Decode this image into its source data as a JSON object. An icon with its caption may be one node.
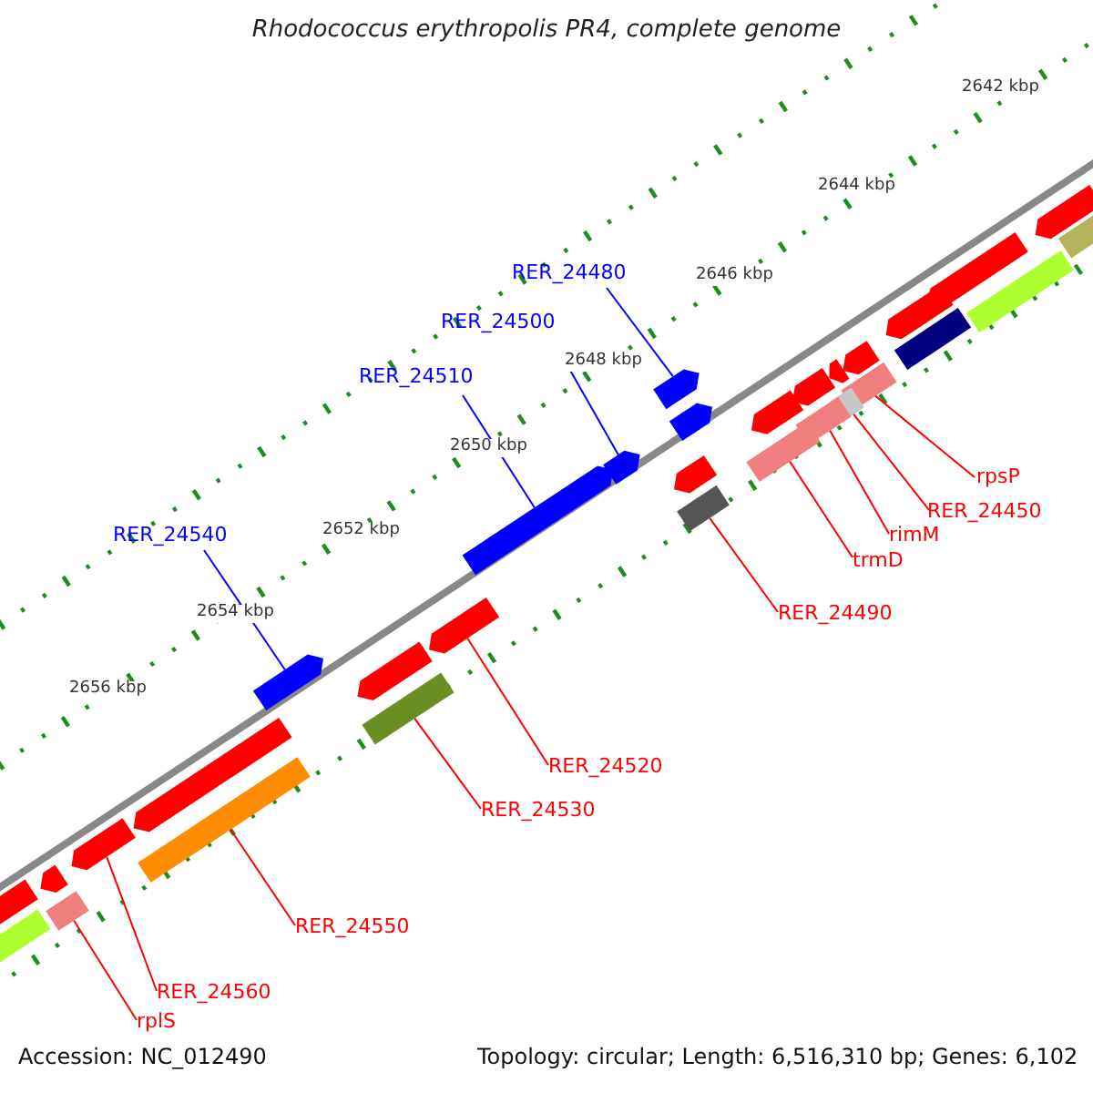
{
  "diagram": {
    "title": "Rhodococcus erythropolis PR4, complete genome",
    "nodes": [
      {
        "text": [
          "RER_24480"
        ]
      },
      {
        "text": [
          "RER_24500"
        ]
      },
      {
        "text": [
          "RER_24510"
        ]
      },
      {
        "text": [
          "RER_24540"
        ]
      },
      {
        "text": [
          "rpsP"
        ]
      },
      {
        "text": [
          "RER_24450"
        ]
      },
      {
        "text": [
          "rimM"
        ]
      },
      {
        "text": [
          "trmD"
        ]
      },
      {
        "text": [
          "RER_24490"
        ]
      },
      {
        "text": [
          "RER_24520"
        ]
      },
      {
        "text": [
          "RER_24530"
        ]
      },
      {
        "text": [
          "RER_24550"
        ]
      },
      {
        "text": [
          "RER_24560"
        ]
      },
      {
        "text": [
          "rplS"
        ]
      },
      {
        "text": [],
        "shape": "arrow"
      },
      {
        "text": [],
        "shape": "arrow"
      },
      {
        "text": [],
        "shape": "arrow"
      },
      {
        "text": [],
        "shape": "arrow"
      },
      {
        "text": [],
        "shape": "bar"
      },
      {
        "text": [],
        "shape": "bar"
      },
      {
        "text": [],
        "shape": "bar"
      },
      {
        "text": [],
        "shape": "bar"
      },
      {
        "text": [],
        "shape": "bar"
      },
      {
        "text": [],
        "shape": "arrow"
      },
      {
        "text": [],
        "shape": "bar"
      },
      {
        "text": [],
        "shape": "bar"
      },
      {
        "text": [],
        "shape": "arrow"
      },
      {
        "text": [],
        "shape": "bar"
      },
      {
        "text": [],
        "shape": "arrow"
      },
      {
        "text": [],
        "shape": "arrow"
      },
      {
        "text": [],
        "shape": "arrow"
      },
      {
        "text": [],
        "shape": "arrow"
      },
      {
        "text": [],
        "shape": "arrow"
      },
      {
        "text": [],
        "shape": "arrow"
      },
      {
        "text": [],
        "shape": "arrow"
      },
      {
        "text": [],
        "shape": "bar"
      },
      {
        "text": [],
        "shape": "bar"
      },
      {
        "text": [],
        "shape": "bar"
      },
      {
        "text": [],
        "shape": "arrow"
      },
      {
        "text": [],
        "shape": "arrow"
      },
      {
        "text": [],
        "shape": "arrow"
      },
      {
        "text": [],
        "shape": "arrow"
      },
      {
        "text": [],
        "shape": "arrow"
      },
      {
        "text": [],
        "shape": "arrow"
      },
      {
        "text": [],
        "shape": "bar"
      }
    ],
    "edges": [
      {
        "from": 0,
        "to": 14,
        "arrow": "none",
        "color": "#0000ff"
      },
      {
        "from": 1,
        "to": 15,
        "arrow": "none",
        "color": "#0000ff"
      },
      {
        "from": 2,
        "to": 16,
        "arrow": "none",
        "color": "#0000ff"
      },
      {
        "from": 3,
        "to": 17,
        "arrow": "none",
        "color": "#0000ff"
      },
      {
        "from": 4,
        "to": 18,
        "arrow": "none"
      },
      {
        "from": 5,
        "to": 19,
        "arrow": "none"
      },
      {
        "from": 6,
        "to": 20,
        "arrow": "none"
      },
      {
        "from": 7,
        "to": 21,
        "arrow": "none"
      },
      {
        "from": 8,
        "to": 22,
        "arrow": "none"
      },
      {
        "from": 9,
        "to": 23,
        "arrow": "none"
      },
      {
        "from": 10,
        "to": 24,
        "arrow": "none"
      },
      {
        "from": 11,
        "to": 25,
        "arrow": "none"
      },
      {
        "from": 12,
        "to": 26,
        "arrow": "none"
      },
      {
        "from": 13,
        "to": 27,
        "arrow": "none"
      }
    ],
    "labels": [
      "2642 kbp",
      "2644 kbp",
      "2646 kbp",
      "2648 kbp",
      "2650 kbp",
      "2652 kbp",
      "2654 kbp",
      "2656 kbp",
      "Accession: NC_012490",
      "Topology: circular; Length: 6,516,310 bp; Genes: 6,102"
    ]
  }
}
